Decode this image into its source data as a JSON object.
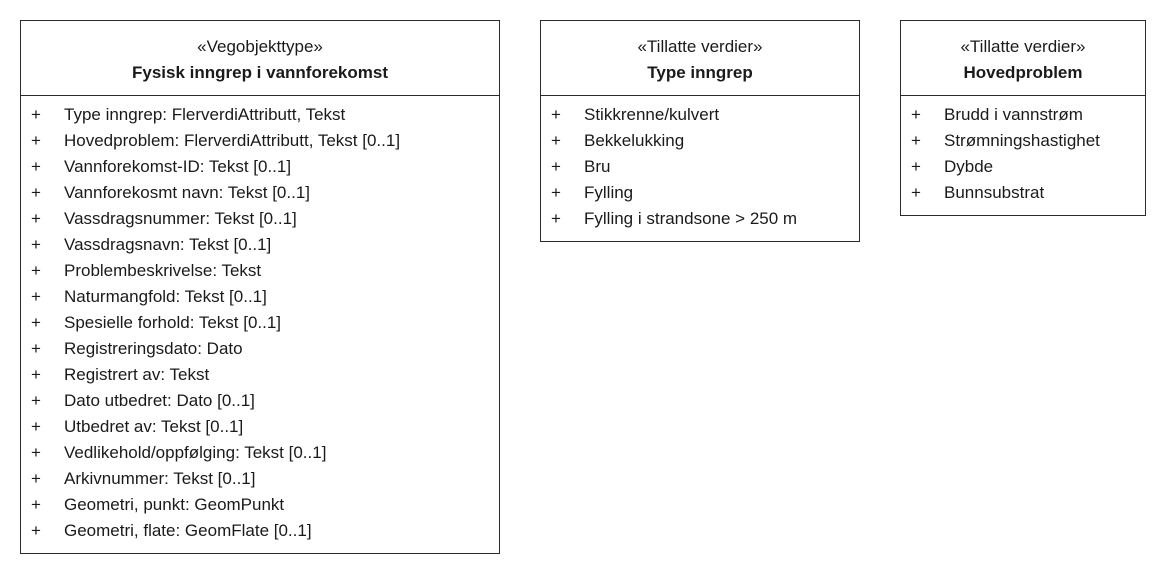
{
  "classes": [
    {
      "stereotype": "«Vegobjekttype»",
      "name": "Fysisk inngrep i vannforekomst",
      "attributes": [
        {
          "vis": "+",
          "text": "Type inngrep: FlerverdiAttributt, Tekst"
        },
        {
          "vis": "+",
          "text": "Hovedproblem: FlerverdiAttributt, Tekst [0..1]"
        },
        {
          "vis": "+",
          "text": "Vannforekomst-ID: Tekst [0..1]"
        },
        {
          "vis": "+",
          "text": "Vannforekosmt navn: Tekst [0..1]"
        },
        {
          "vis": "+",
          "text": "Vassdragsnummer: Tekst [0..1]"
        },
        {
          "vis": "+",
          "text": "Vassdragsnavn: Tekst [0..1]"
        },
        {
          "vis": "+",
          "text": "Problembeskrivelse: Tekst"
        },
        {
          "vis": "+",
          "text": "Naturmangfold: Tekst [0..1]"
        },
        {
          "vis": "+",
          "text": "Spesielle forhold: Tekst [0..1]"
        },
        {
          "vis": "+",
          "text": "Registreringsdato: Dato"
        },
        {
          "vis": "+",
          "text": "Registrert av: Tekst"
        },
        {
          "vis": "+",
          "text": "Dato utbedret: Dato [0..1]"
        },
        {
          "vis": "+",
          "text": "Utbedret av: Tekst [0..1]"
        },
        {
          "vis": "+",
          "text": "Vedlikehold/oppfølging: Tekst [0..1]"
        },
        {
          "vis": "+",
          "text": "Arkivnummer: Tekst [0..1]"
        },
        {
          "vis": "+",
          "text": "Geometri, punkt: GeomPunkt"
        },
        {
          "vis": "+",
          "text": "Geometri, flate: GeomFlate [0..1]"
        }
      ]
    },
    {
      "stereotype": "«Tillatte verdier»",
      "name": "Type inngrep",
      "attributes": [
        {
          "vis": "+",
          "text": "Stikkrenne/kulvert"
        },
        {
          "vis": "+",
          "text": "Bekkelukking"
        },
        {
          "vis": "+",
          "text": "Bru"
        },
        {
          "vis": "+",
          "text": "Fylling"
        },
        {
          "vis": "+",
          "text": "Fylling i strandsone > 250 m"
        }
      ]
    },
    {
      "stereotype": "«Tillatte verdier»",
      "name": "Hovedproblem",
      "attributes": [
        {
          "vis": "+",
          "text": "Brudd i vannstrøm"
        },
        {
          "vis": "+",
          "text": "Strømningshastighet"
        },
        {
          "vis": "+",
          "text": "Dybde"
        },
        {
          "vis": "+",
          "text": "Bunnsubstrat"
        }
      ]
    }
  ]
}
